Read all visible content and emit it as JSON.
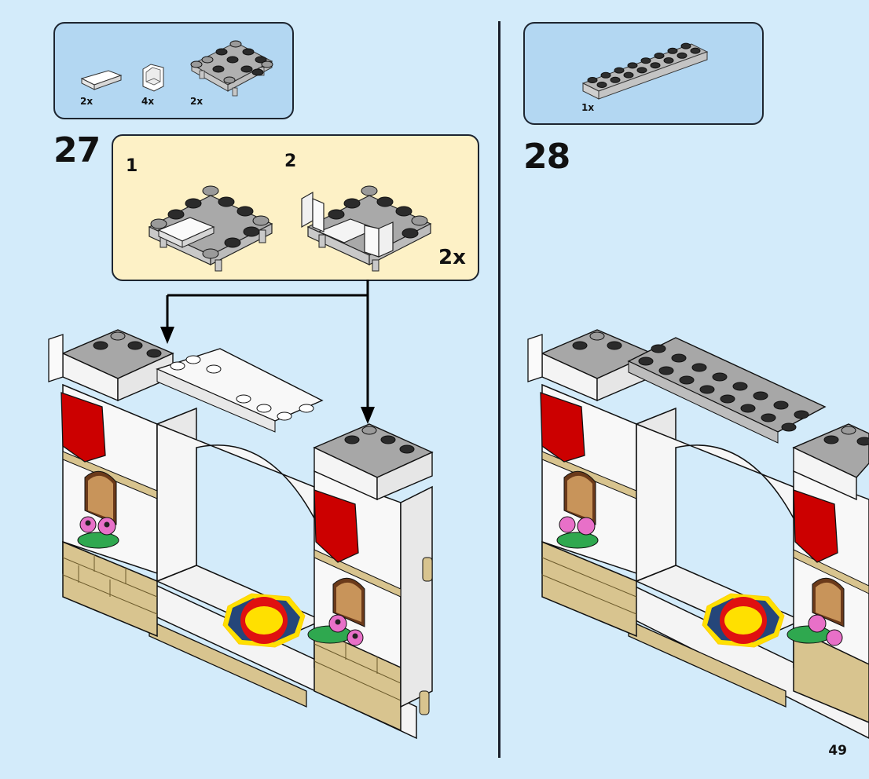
{
  "page": {
    "number": "49"
  },
  "steps": [
    {
      "number": "27",
      "parts": [
        {
          "name": "tile-1x2-white",
          "quantity": "2x"
        },
        {
          "name": "panel-corner-white",
          "quantity": "4x"
        },
        {
          "name": "plate-4x4-round-corner-gray",
          "quantity": "2x"
        }
      ],
      "subassembly": {
        "substeps": [
          {
            "number": "1"
          },
          {
            "number": "2"
          }
        ],
        "multiplier": "2x"
      }
    },
    {
      "number": "28",
      "parts": [
        {
          "name": "plate-2x8-gray",
          "quantity": "1x"
        }
      ]
    }
  ],
  "colors": {
    "background": "#d3ebfa",
    "parts_box": "#b3d7f2",
    "subassembly_box": "#fdf1c6",
    "gray_brick": "#a7a7a7",
    "stud_dark": "#2a2a2a",
    "white_brick": "#f4f4f4",
    "tan_brick": "#d8c48f",
    "red_banner": "#cc0000",
    "sun_yellow": "#ffe000",
    "sun_red": "#e01010",
    "sun_navy": "#25467a",
    "sun_lavender": "#b58be0",
    "flower_pink": "#e870c8",
    "leaf_green": "#2fa84f"
  }
}
